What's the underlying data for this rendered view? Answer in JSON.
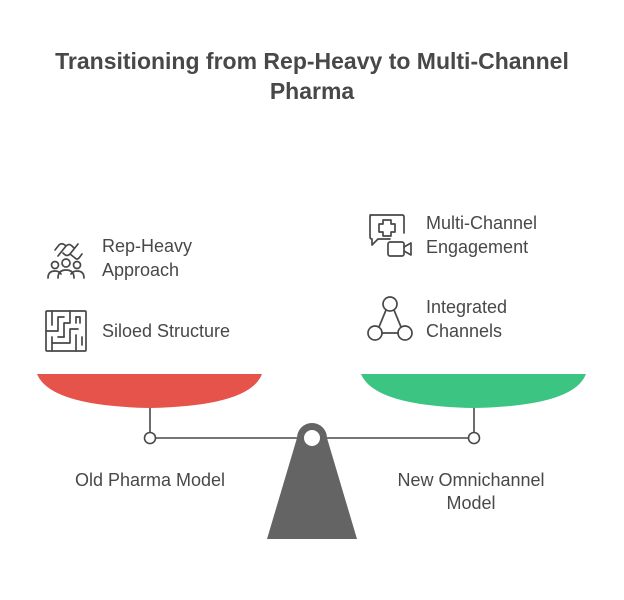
{
  "title": {
    "line1": "Transitioning from Rep-Heavy to Multi-Channel",
    "line2": "Pharma"
  },
  "left_side": {
    "label": "Old Pharma Model",
    "pan_color": "#e5534b",
    "items": [
      {
        "label": "Rep-Heavy\nApproach",
        "icon": "handshake-people-icon"
      },
      {
        "label": "Siloed Structure",
        "icon": "maze-icon"
      }
    ]
  },
  "right_side": {
    "label": "New Omnichannel\nModel",
    "pan_color": "#3cc483",
    "items": [
      {
        "label": "Multi-Channel\nEngagement",
        "icon": "telemedicine-icon"
      },
      {
        "label": "Integrated\nChannels",
        "icon": "network-triangle-icon"
      }
    ]
  },
  "colors": {
    "text": "#484848",
    "fulcrum": "#646464",
    "line": "#484848"
  }
}
